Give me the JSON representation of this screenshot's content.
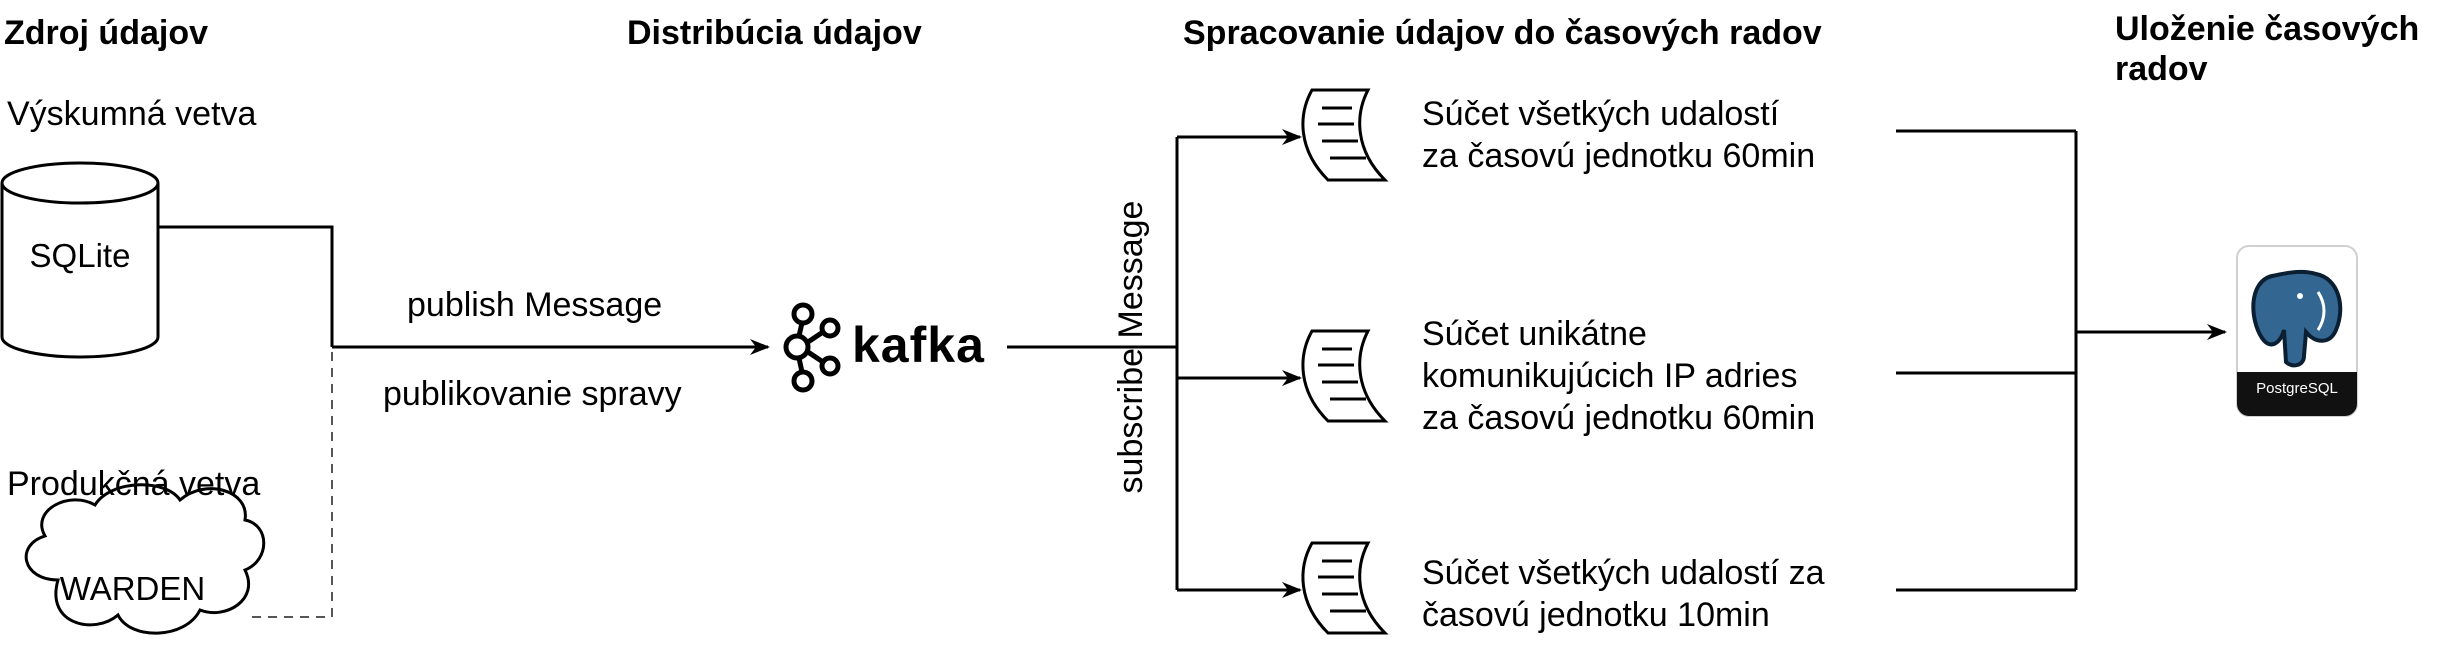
{
  "headers": {
    "source": "Zdroj údajov",
    "distribution": "Distribúcia údajov",
    "processing": "Spracovanie údajov do časových radov",
    "storage_line1": "Uloženie časových",
    "storage_line2": "radov"
  },
  "sources": {
    "research_branch": "Výskumná vetva",
    "sqlite": "SQLite",
    "production_branch": "Produkčná vetva",
    "warden": "WARDEN"
  },
  "edges": {
    "publish_en": "publish Message",
    "publish_sk": "publikovanie spravy",
    "subscribe": "subscribe Message"
  },
  "kafka": {
    "wordmark": "kafka"
  },
  "processing_items": [
    {
      "line1": "Súčet všetkých udalostí",
      "line2": "za časovú jednotku 60min",
      "line3": ""
    },
    {
      "line1": "Súčet unikátne",
      "line2": "komunikujúcich IP adries",
      "line3": "za časovú jednotku 60min"
    },
    {
      "line1": "Súčet všetkých udalostí za",
      "line2": "časovú jednotku 10min",
      "line3": ""
    }
  ],
  "postgres": {
    "caption": "PostgreSQL"
  }
}
